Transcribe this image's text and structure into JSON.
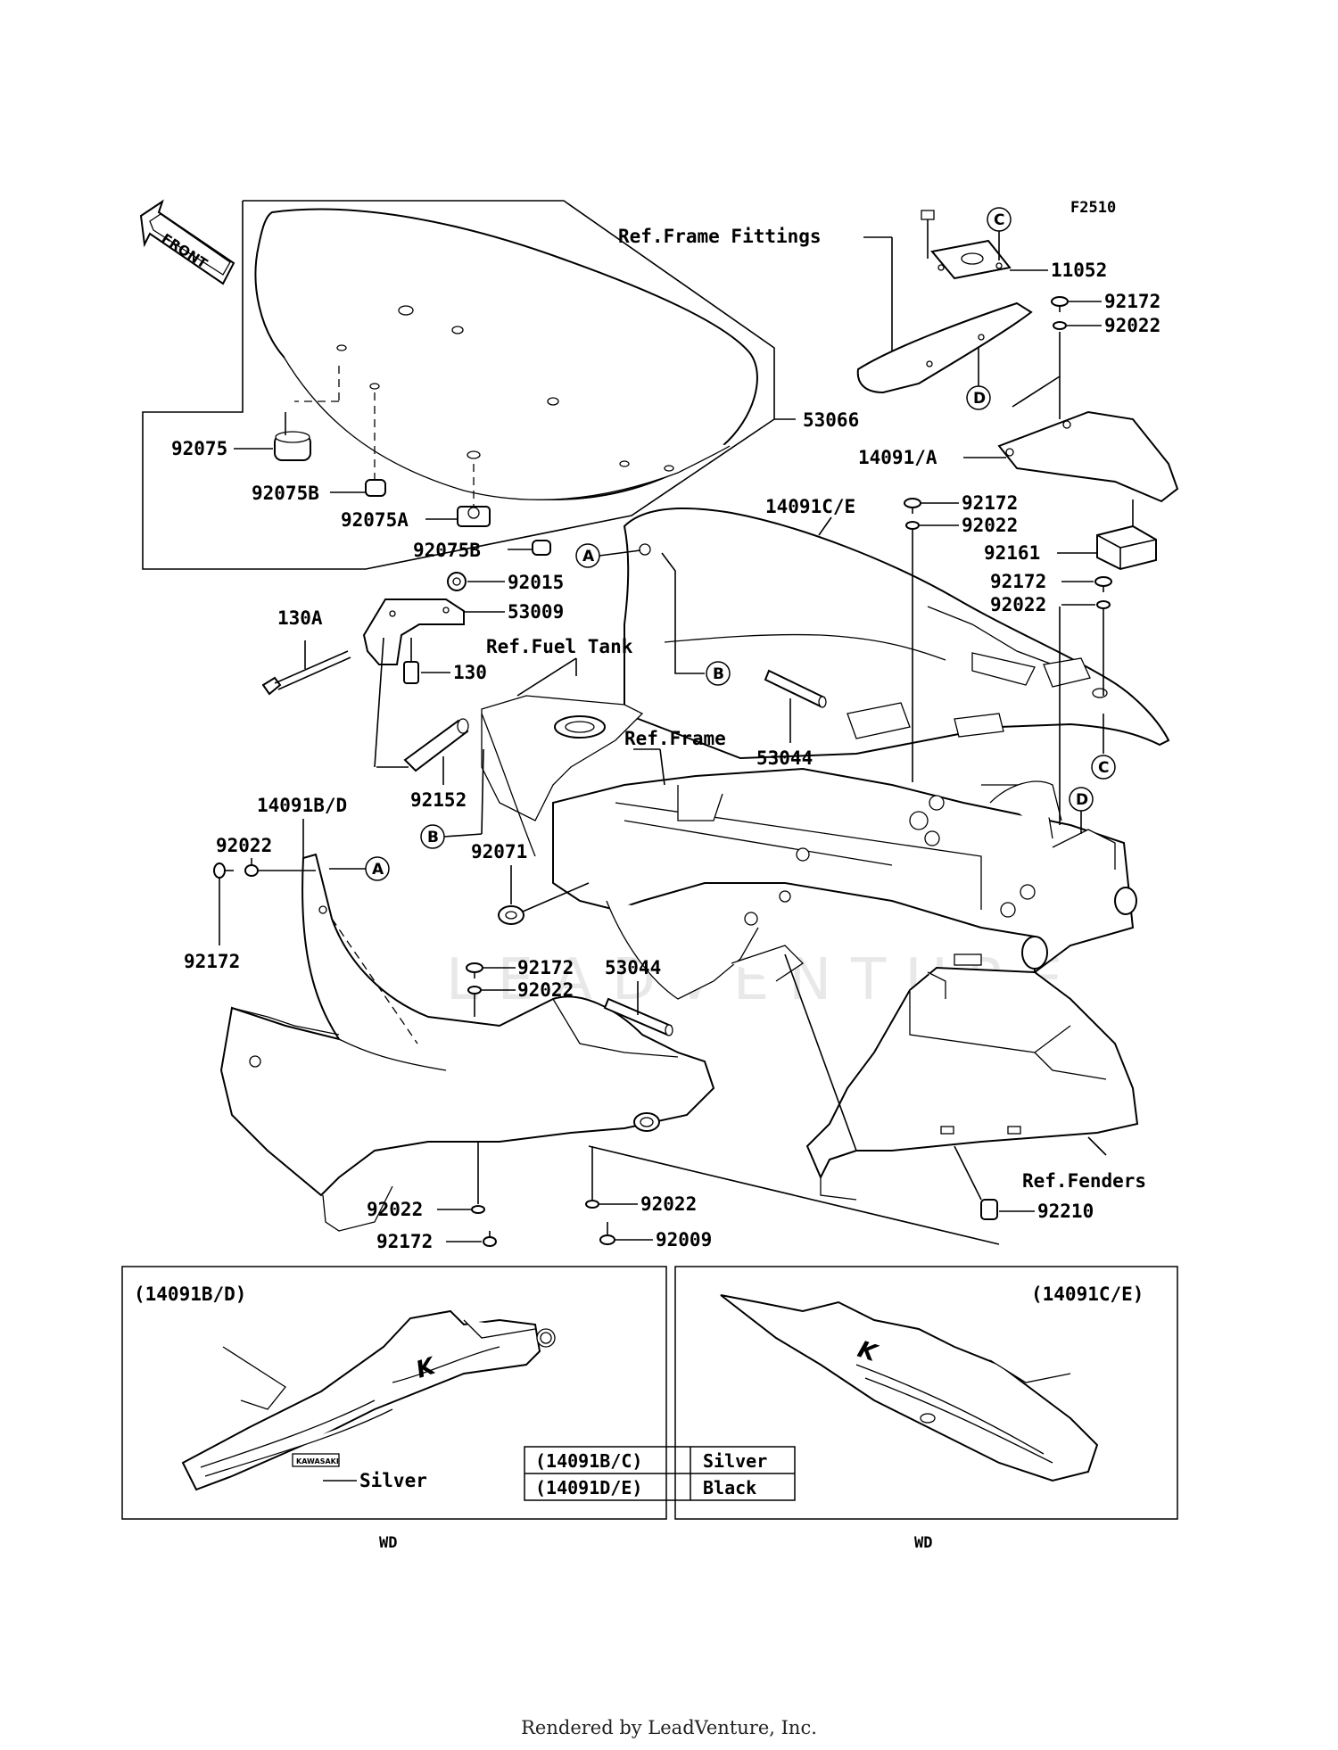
{
  "figure_code": "F2510",
  "front_label": "FRONT",
  "watermark": "LEADVENTURE",
  "footer": "Rendered by LeadVenture, Inc.",
  "labels": {
    "ref_frame_fittings": "Ref.Frame Fittings",
    "p11052": "11052",
    "p92172_a": "92172",
    "p92022_a": "92022",
    "p53066": "53066",
    "p14091_a": "14091/A",
    "p92075": "92075",
    "p92075b_1": "92075B",
    "p92075a": "92075A",
    "p92075b_2": "92075B",
    "p14091ce": "14091C/E",
    "p92172_b": "92172",
    "p92022_b": "92022",
    "p92161": "92161",
    "p92172_c": "92172",
    "p92022_c": "92022",
    "p92015": "92015",
    "p53009": "53009",
    "p130a": "130A",
    "p130": "130",
    "ref_fuel_tank": "Ref.Fuel Tank",
    "p53044_a": "53044",
    "ref_frame": "Ref.Frame",
    "p92152": "92152",
    "p14091bd": "14091B/D",
    "p92022_d": "92022",
    "p92071": "92071",
    "p92172_d": "92172",
    "p92172_e": "92172",
    "p53044_b": "53044",
    "p92022_e": "92022",
    "ref_fenders": "Ref.Fenders",
    "p92022_f": "92022",
    "p92022_g": "92022",
    "p92172_f": "92172",
    "p92009": "92009",
    "p92210": "92210"
  },
  "callouts": {
    "c_top": "C",
    "d_top": "D",
    "a_mid": "A",
    "b_mid": "B",
    "b_left": "B",
    "a_left": "A",
    "c_right": "C",
    "d_right": "D"
  },
  "panels": {
    "left_title": "(14091B/D)",
    "left_silver": "Silver",
    "left_bottom": "WD",
    "right_title": "(14091C/E)",
    "right_bottom": "WD",
    "left_badge": "KAWASAKI"
  },
  "color_table": {
    "rows": [
      {
        "parts": "(14091B/C)",
        "color": "Silver"
      },
      {
        "parts": "(14091D/E)",
        "color": "Black"
      }
    ]
  }
}
